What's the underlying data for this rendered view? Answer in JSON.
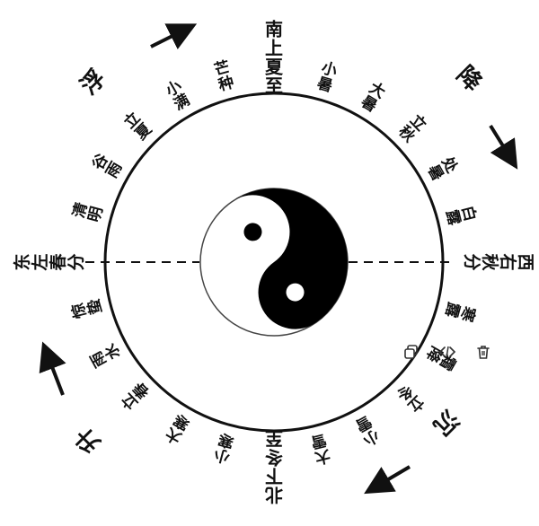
{
  "diagram": {
    "terms": [
      {
        "text": "南上夏至",
        "side": "top"
      },
      {
        "text": "小暑",
        "side": "top"
      },
      {
        "text": "大暑",
        "side": "top"
      },
      {
        "text": "立秋",
        "side": "top"
      },
      {
        "text": "处暑",
        "side": "right"
      },
      {
        "text": "白露",
        "side": "right"
      },
      {
        "text": "西右秋分",
        "side": "right"
      },
      {
        "text": "寒露",
        "side": "right"
      },
      {
        "text": "霜降",
        "side": "right"
      },
      {
        "text": "立冬",
        "side": "bottom"
      },
      {
        "text": "小雪",
        "side": "bottom"
      },
      {
        "text": "大雪",
        "side": "bottom"
      },
      {
        "text": "北下冬至",
        "side": "bottom"
      },
      {
        "text": "小寒",
        "side": "bottom"
      },
      {
        "text": "大寒",
        "side": "bottom"
      },
      {
        "text": "立春",
        "side": "bottom"
      },
      {
        "text": "雨水",
        "side": "left"
      },
      {
        "text": "惊蛰",
        "side": "left"
      },
      {
        "text": "东左春分",
        "side": "left"
      },
      {
        "text": "清明",
        "side": "left"
      },
      {
        "text": "谷雨",
        "side": "left"
      },
      {
        "text": "立夏",
        "side": "top"
      },
      {
        "text": "小满",
        "side": "top"
      },
      {
        "text": "芒种",
        "side": "top"
      }
    ],
    "corners": [
      {
        "text": "浮",
        "name": "top-left"
      },
      {
        "text": "降",
        "name": "top-right"
      },
      {
        "text": "沉",
        "name": "bottom-right"
      },
      {
        "text": "升",
        "name": "bottom-left"
      }
    ]
  },
  "toolbar": {
    "icons": [
      "copy-icon",
      "code-icon",
      "delete-icon"
    ]
  }
}
